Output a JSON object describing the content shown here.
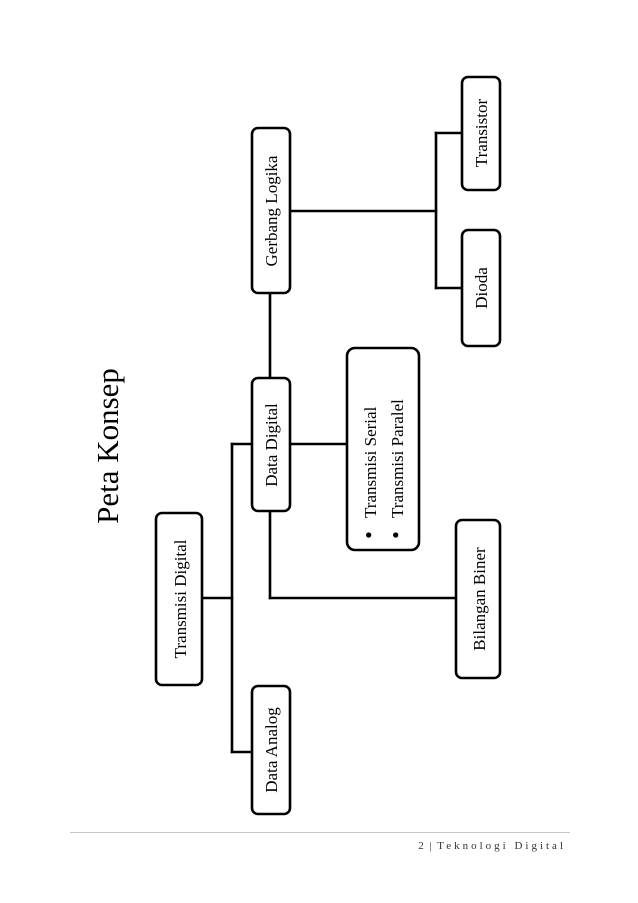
{
  "title": "Peta Konsep",
  "nodes": {
    "transmisi_digital": "Transmisi Digital",
    "data_analog": "Data Analog",
    "data_digital": "Data Digital",
    "bilangan_biner": "Bilangan Biner",
    "transmisi_serial": "Transmisi Serial",
    "transmisi_paralel": "Transmisi Paralel",
    "gerbang_logika": "Gerbang Logika",
    "dioda": "Dioda",
    "transistor": "Transistor"
  },
  "bullet": "•",
  "footer": {
    "page_number": "2",
    "separator": "|",
    "doc_title": "Teknologi Digital"
  }
}
